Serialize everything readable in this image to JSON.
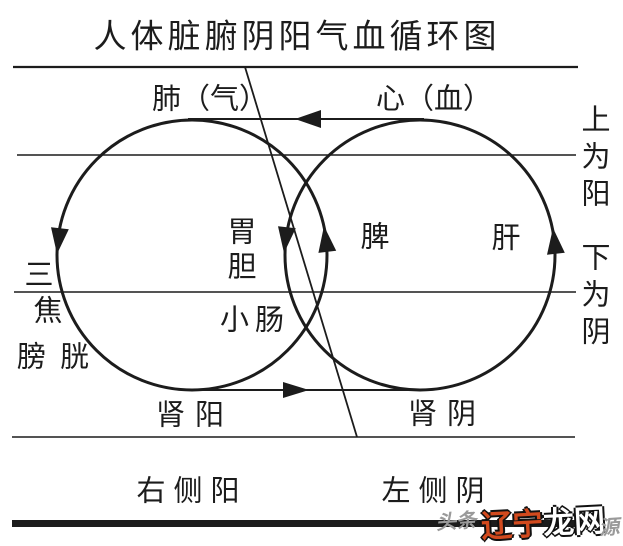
{
  "title": "人体脏腑阴阳气血循环图",
  "labels": {
    "lung": "肺（气）",
    "heart": "心（血）",
    "stomach": "胃",
    "gallbladder": "胆",
    "small_intestine": "小肠",
    "spleen": "脾",
    "liver": "肝",
    "triple_burner_char_top": "三",
    "triple_burner_char_bottom": "焦",
    "bladder": "膀胱",
    "kidney_yang": "肾阳",
    "kidney_yin": "肾阴",
    "right_side_yang": "右侧阳",
    "left_side_yin": "左侧阴",
    "upper_is_yang": "上为阳",
    "lower_is_yin": "下为阴"
  },
  "watermark": {
    "faint_prefix": "头条",
    "brand_part1": "辽宁",
    "brand_part2": "龙网",
    "faint_suffix": "源"
  },
  "colors": {
    "ink": "#1c1c1c",
    "watermark_red": "#d24a1e",
    "watermark_gray": "#9a9a9a"
  }
}
